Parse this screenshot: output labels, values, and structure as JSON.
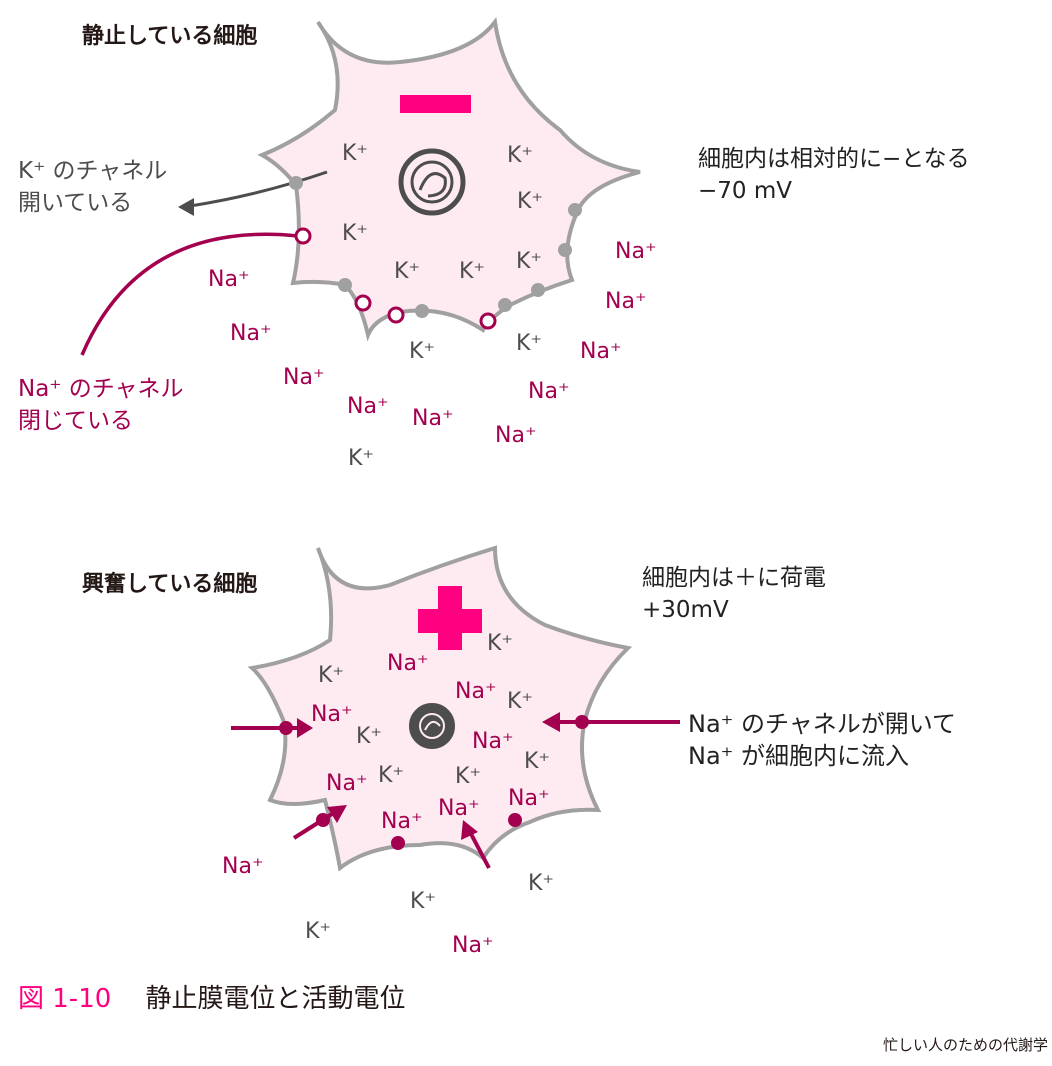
{
  "ions": {
    "k": "K⁺",
    "na": "Na⁺"
  },
  "resting": {
    "title": "静止している細胞",
    "sign": "−",
    "k_channel": [
      "K⁺ のチャネル",
      "開いている"
    ],
    "na_channel": [
      "Na⁺ のチャネル",
      "閉じている"
    ],
    "note": [
      "細胞内は相対的に−となる",
      "−70 mV"
    ]
  },
  "excited": {
    "title": "興奮している細胞",
    "sign": "+",
    "note": [
      "細胞内は＋に荷電",
      "+30mV"
    ],
    "na_flow": [
      "Na⁺ のチャネルが開いて",
      "Na⁺ が細胞内に流入"
    ]
  },
  "caption": {
    "fig": "図 1-10",
    "text": "静止膜電位と活動電位"
  },
  "credit": "忙しい人のための代謝学",
  "colors": {
    "na": "#a3004f",
    "k": "#4d4d4d",
    "accent": "#ff0080",
    "cell_fill": "#fdebf1",
    "membrane": "#a0a0a0"
  }
}
